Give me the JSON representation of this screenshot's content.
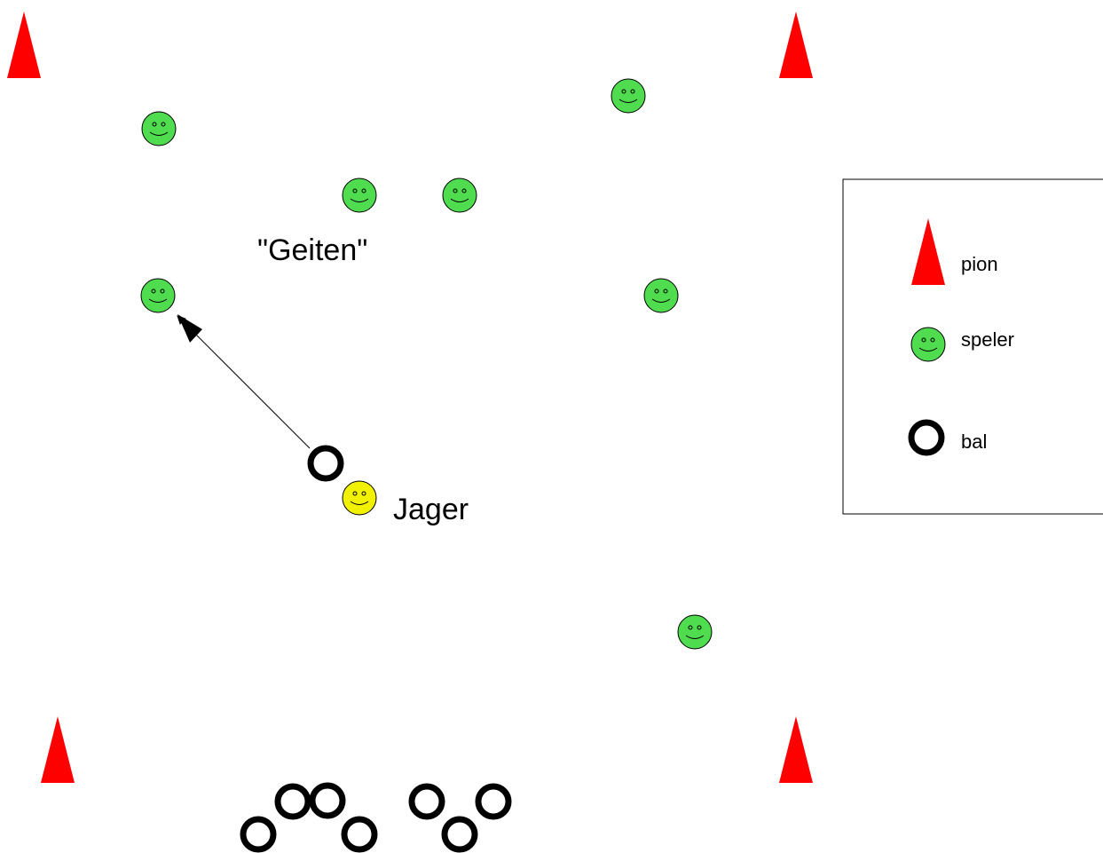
{
  "labels": {
    "geiten": "\"Geiten\"",
    "jager": "Jager"
  },
  "legend": {
    "items": [
      {
        "icon": "cone-icon",
        "label": "pion"
      },
      {
        "icon": "player-icon",
        "label": "speler"
      },
      {
        "icon": "ball-icon",
        "label": "bal"
      }
    ]
  },
  "colors": {
    "cone": "#ff0000",
    "player": "#4fdc4f",
    "hunter": "#f2f200",
    "ball_stroke": "#000000",
    "outline": "#000000"
  },
  "counts": {
    "cones": 4,
    "players": 7,
    "hunters": 1,
    "balls_in_play": 1,
    "balls_in_pile": 7
  },
  "arrow": {
    "from": "ball",
    "to": "player"
  }
}
